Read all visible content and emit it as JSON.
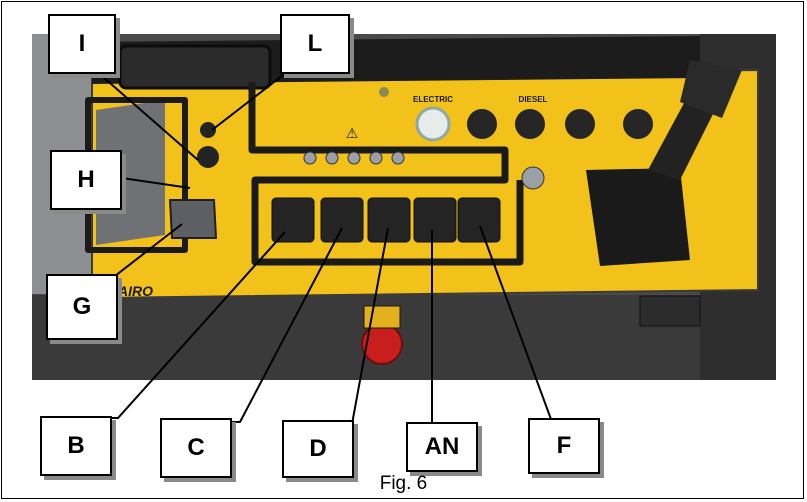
{
  "figure": {
    "caption": "Fig. 6",
    "callouts": {
      "i": "I",
      "l": "L",
      "h": "H",
      "g": "G",
      "b": "B",
      "c": "C",
      "d": "D",
      "an": "AN",
      "f": "F"
    },
    "panel_labels": {
      "electric": "ELECTRIC",
      "diesel": "DIESEL",
      "brand": "AIRO"
    }
  },
  "colors": {
    "panel_yellow": "#f2c21a",
    "panel_dark": "#1c1c1c",
    "background": "#ffffff",
    "emergency_red": "#c81e1e"
  }
}
